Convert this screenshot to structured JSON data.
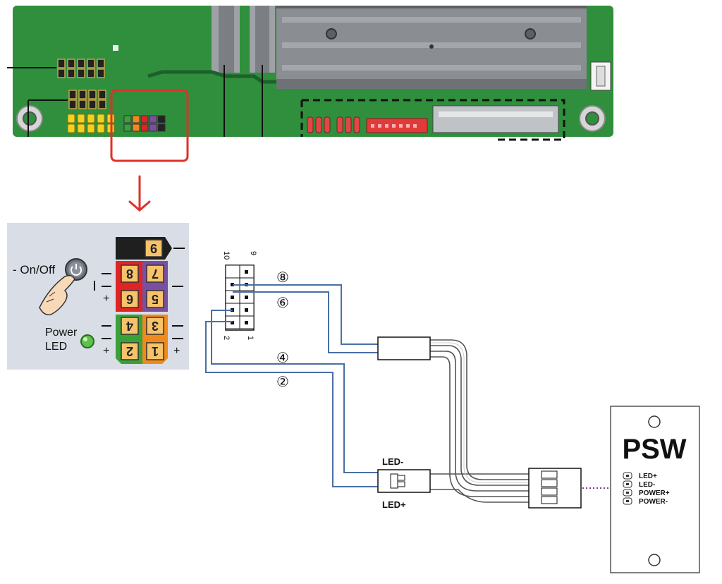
{
  "header_pins": {
    "pin9": "9",
    "pin8": "8",
    "pin7": "7",
    "pin6": "6",
    "pin5": "5",
    "pin4": "4",
    "pin3": "3",
    "pin2": "2",
    "pin1": "1"
  },
  "legend": {
    "on_off": "- On/Off",
    "power_led_line1": "Power",
    "power_led_line2": "LED",
    "plus": "+",
    "minus": "–"
  },
  "header_diagram": {
    "top_left_num": "10",
    "top_right_num": "9",
    "bottom_left_num": "2",
    "bottom_right_num": "1"
  },
  "circled_labels": {
    "c8": "⑧",
    "c6": "⑥",
    "c4": "④",
    "c2": "②"
  },
  "connector_labels": {
    "led_minus": "LED-",
    "led_plus": "LED+"
  },
  "psw_panel": {
    "title": "PSW",
    "pins": [
      "LED+",
      "LED-",
      "POWER+",
      "POWER-"
    ]
  },
  "colors": {
    "pcb_green": "#2f8f3c",
    "wire_blue": "#4a6fa5",
    "highlight_red": "#e0302a",
    "pin_black": "#1f1f1f",
    "pin_red": "#e02424",
    "pin_purple": "#7a4fa0",
    "pin_green": "#3aa13a",
    "pin_orange": "#f08a1c",
    "legend_bg": "#d8dde6"
  }
}
